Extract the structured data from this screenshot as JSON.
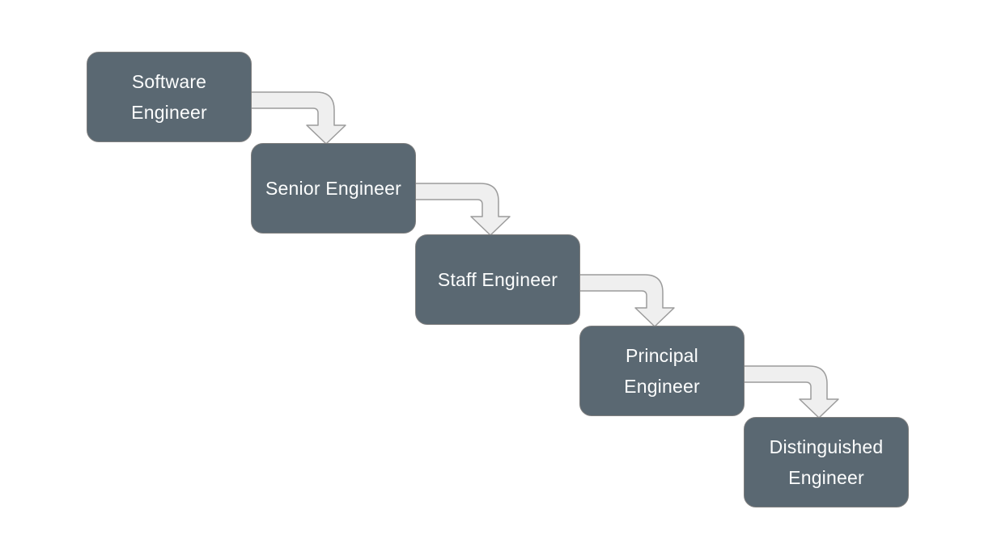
{
  "diagram": {
    "type": "flowchart",
    "nodes": [
      {
        "id": "software-engineer",
        "label": "Software Engineer"
      },
      {
        "id": "senior-engineer",
        "label": "Senior Engineer"
      },
      {
        "id": "staff-engineer",
        "label": "Staff Engineer"
      },
      {
        "id": "principal-engineer",
        "label": "Principal Engineer"
      },
      {
        "id": "distinguished-engineer",
        "label": "Distinguished Engineer"
      }
    ],
    "connections": [
      {
        "from": "Software Engineer",
        "to": "Senior Engineer"
      },
      {
        "from": "Senior Engineer",
        "to": "Staff Engineer"
      },
      {
        "from": "Staff Engineer",
        "to": "Principal Engineer"
      },
      {
        "from": "Principal Engineer",
        "to": "Distinguished Engineer"
      }
    ],
    "colors": {
      "background": "#ffffff",
      "node_fill": "#5a6872",
      "node_border": "#7f7f7f",
      "node_text": "#fcfdfd",
      "arrow_fill": "#efefef",
      "arrow_stroke": "#9c9c9c"
    }
  }
}
